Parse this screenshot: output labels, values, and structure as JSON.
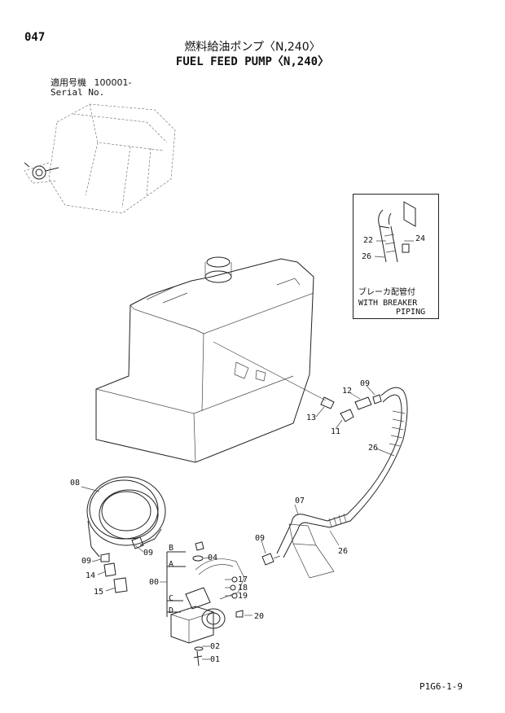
{
  "header": {
    "page_number": "047",
    "title_jp": "燃料給油ポンプ〈N,240〉",
    "title_en": "FUEL FEED PUMP〈N,240〉",
    "serial_label_jp": "適用号機",
    "serial_value": "100001-",
    "serial_label_en": "Serial No."
  },
  "inset": {
    "note_jp": "ブレーカ配管付",
    "note_en_line1": "WITH BREAKER",
    "note_en_line2": "PIPING",
    "callouts": [
      "22",
      "24",
      "26"
    ]
  },
  "callouts": {
    "c08": "08",
    "c09a": "09",
    "c09b": "09",
    "c09c": "09",
    "c09d": "09",
    "c14": "14",
    "c15": "15",
    "c00": "00",
    "cB": "B",
    "cA": "A",
    "cC": "C",
    "cD": "D",
    "c04": "04",
    "c17": "17",
    "c18": "18",
    "c19": "19",
    "c20": "20",
    "c02": "02",
    "c01": "01",
    "c07": "07",
    "c26a": "26",
    "c26b": "26",
    "c12": "12",
    "c13": "13",
    "c11": "11"
  },
  "footer": {
    "code": "P1G6-1-9"
  }
}
